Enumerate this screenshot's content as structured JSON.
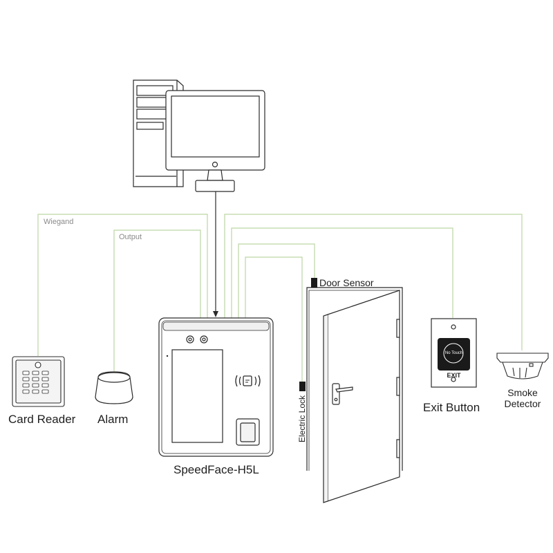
{
  "colors": {
    "wire": "#bcd6a3",
    "outline": "#2a2a2a",
    "light_fill": "#f2f2f2",
    "dark_fill": "#1a1a1a"
  },
  "wires": {
    "wiegand": "Wiegand",
    "output": "Output"
  },
  "devices": {
    "card_reader": "Card Reader",
    "alarm": "Alarm",
    "speedface": "SpeedFace-H5L",
    "door_sensor": "Door Sensor",
    "electric_lock": "Electric Lock",
    "exit_button": "Exit Button",
    "smoke_detector_line1": "Smoke",
    "smoke_detector_line2": "Detector"
  },
  "exit_button_face": {
    "no_touch": "No Touch",
    "exit": "EXIT"
  },
  "icons": {
    "computer": "desktop-tower-monitor-icon",
    "card_reader": "keypad-card-reader-icon",
    "alarm": "siren-icon",
    "door": "open-door-icon",
    "exit_button": "no-touch-exit-button-icon",
    "smoke_detector": "smoke-detector-icon"
  }
}
